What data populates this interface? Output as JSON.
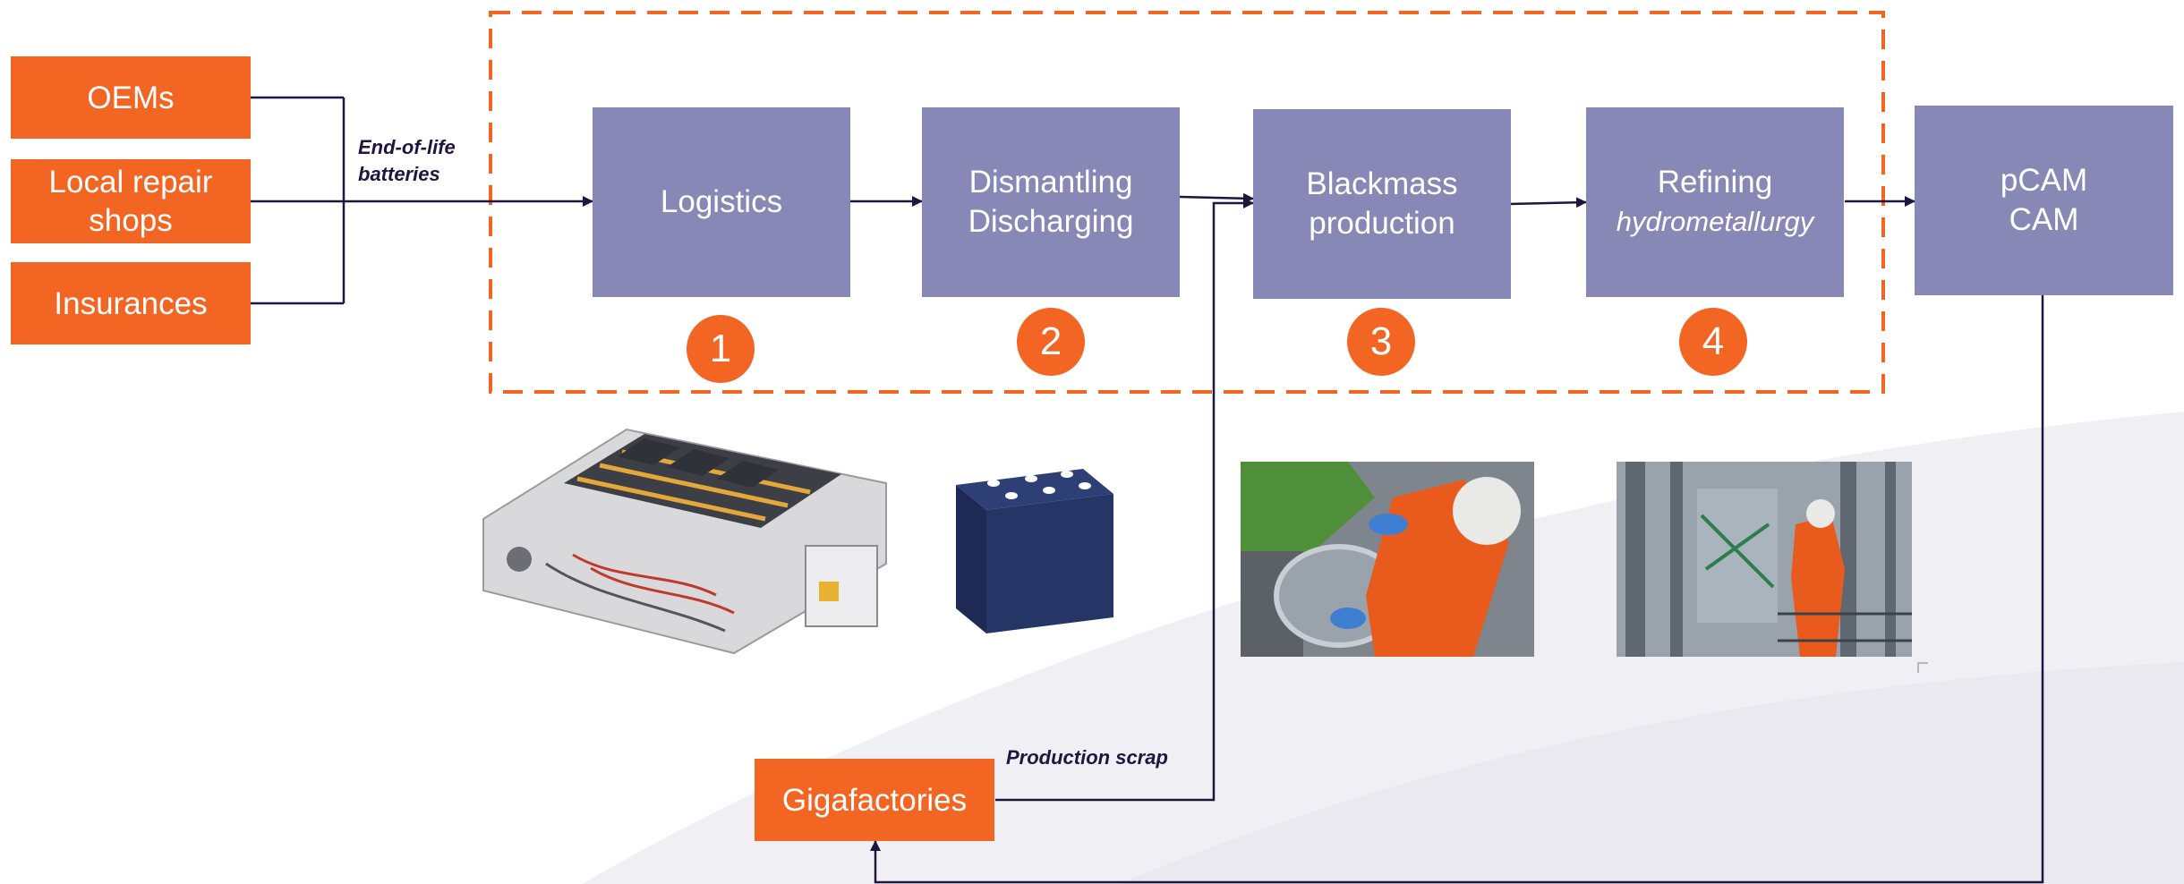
{
  "sources": {
    "oems": "OEMs",
    "local_repair_line1": "Local repair",
    "local_repair_line2": "shops",
    "insurances": "Insurances"
  },
  "notes": {
    "end_of_life_line1": "End-of-life",
    "end_of_life_line2": "batteries",
    "production_scrap": "Production scrap"
  },
  "steps": [
    {
      "number": "1",
      "line1": "Logistics",
      "line2": ""
    },
    {
      "number": "2",
      "line1": "Dismantling",
      "line2": "Discharging"
    },
    {
      "number": "3",
      "line1": "Blackmass",
      "line2": "production"
    },
    {
      "number": "4",
      "line1": "Refining",
      "line2": "hydrometallurgy"
    }
  ],
  "output": {
    "line1": "pCAM",
    "line2": "CAM"
  },
  "gigafactories": "Gigafactories",
  "colors": {
    "orange": "#f26522",
    "step_purple": "#8788b5",
    "connector": "#1f1640",
    "dashed_frame": "#f26522"
  },
  "images": [
    {
      "name": "battery-pack-image"
    },
    {
      "name": "battery-cell-image"
    },
    {
      "name": "blackmass-worker-photo"
    },
    {
      "name": "refining-plant-photo"
    }
  ]
}
